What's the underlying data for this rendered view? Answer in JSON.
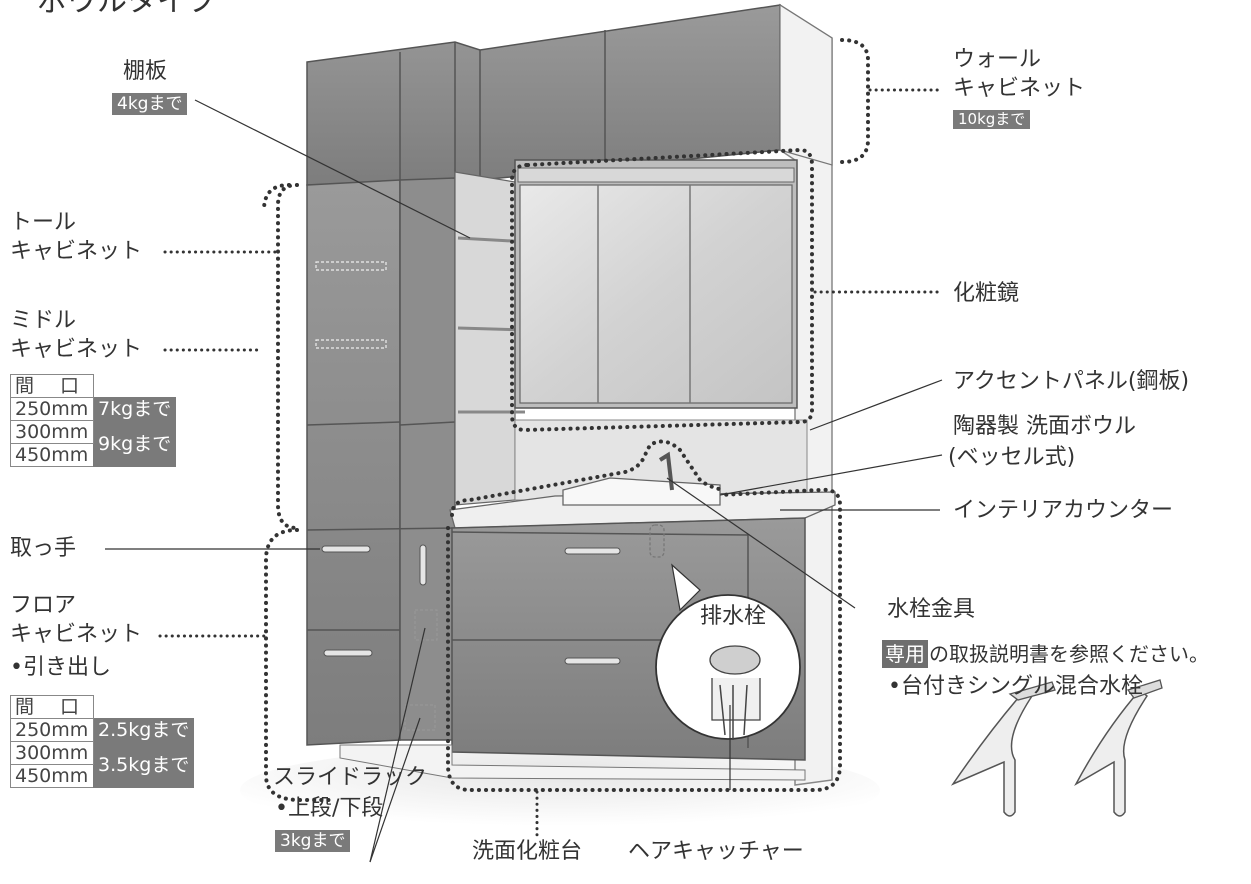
{
  "heading": "ボウルタイプ",
  "labels": {
    "shelf": "棚板",
    "shelf_load": "4kgまで",
    "wall_cabinet_1": "ウォール",
    "wall_cabinet_2": "キャビネット",
    "wall_cabinet_load": "10kgまで",
    "tall_cabinet_1": "トール",
    "tall_cabinet_2": "キャビネット",
    "middle_cabinet_1": "ミドル",
    "middle_cabinet_2": "キャビネット",
    "mirror": "化粧鏡",
    "accent_panel": "アクセントパネル(鋼板)",
    "bowl_1": "陶器製 洗面ボウル",
    "bowl_2": "(ベッセル式)",
    "counter": "インテリアカウンター",
    "handle": "取っ手",
    "floor_cabinet_1": "フロア",
    "floor_cabinet_2": "キャビネット",
    "drawer": "•引き出し",
    "drain_plug": "排水栓",
    "faucet": "水栓金具",
    "faucet_note_badge": "専用",
    "faucet_note": "の取扱説明書を参照ください。",
    "faucet_type": "•台付きシングル混合水栓",
    "slide_rack": "スライドラック",
    "slide_rack_sub": "•上段/下段",
    "slide_rack_load": "3kgまで",
    "vanity": "洗面化粧台",
    "hair_catcher": "ヘアキャッチャー"
  },
  "middle_table": {
    "header": "間 口",
    "rows": [
      {
        "width": "250mm",
        "load": "7kgまで"
      },
      {
        "width": "300mm",
        "load": "9kgまで"
      },
      {
        "width": "450mm",
        "load": ""
      }
    ]
  },
  "floor_table": {
    "header": "間 口",
    "rows": [
      {
        "width": "250mm",
        "load": "2.5kgまで"
      },
      {
        "width": "300mm",
        "load": "3.5kgまで"
      },
      {
        "width": "450mm",
        "load": ""
      }
    ]
  }
}
